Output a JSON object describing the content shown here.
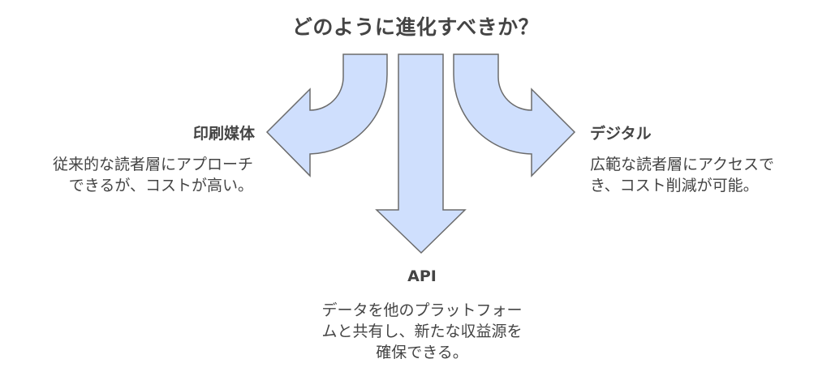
{
  "title": "どのように進化すべきか？",
  "branches": {
    "print": {
      "heading": "印刷媒体",
      "description_lines": [
        "従来的な読者層にアプローチ",
        "できるが、コストが高い。"
      ],
      "direction": "left"
    },
    "api": {
      "heading": "API",
      "description_lines": [
        "データを他のプラットフォー",
        "ムと共有し、新たな収益源を",
        "確保できる。"
      ],
      "direction": "down"
    },
    "digital": {
      "heading": "デジタル",
      "description_lines": [
        "広範な読者層にアクセスで",
        "き、コスト削減が可能。"
      ],
      "direction": "right"
    }
  },
  "colors": {
    "arrow_fill": "#cfdffd",
    "arrow_stroke": "#6b6b6b",
    "text": "#444444"
  }
}
